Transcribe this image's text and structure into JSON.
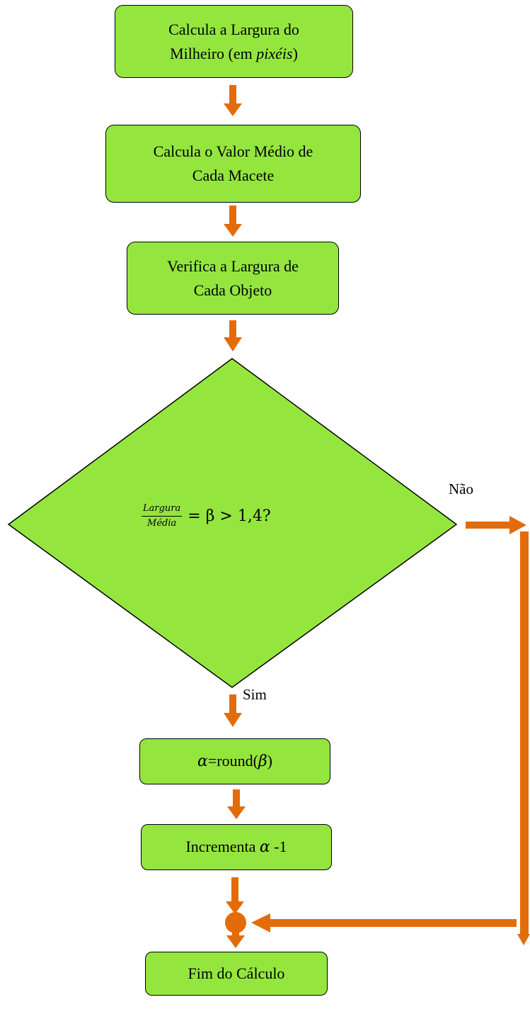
{
  "colors": {
    "node_fill": "#94e63f",
    "arrow": "#e36c0a",
    "border": "#000000"
  },
  "nodes": {
    "step1": {
      "line1": "Calcula a Largura do",
      "line2_prefix": "Milheiro (em ",
      "line2_italic": "pixéis",
      "line2_suffix": ")"
    },
    "step2": {
      "line1": "Calcula o Valor Médio de",
      "line2": "Cada Macete"
    },
    "step3": {
      "line1": "Verifica a Largura de",
      "line2": "Cada Objeto"
    },
    "decision": {
      "numerator": "Largura",
      "denominator": "Média",
      "rest": " = β > 1,4?"
    },
    "step4": {
      "alpha": "α",
      "text": "=round(",
      "beta": "β",
      "close": ")"
    },
    "step5": {
      "text": "Incrementa ",
      "alpha": "α",
      "suffix": " -1"
    },
    "end": {
      "label": "Fim do Cálculo"
    }
  },
  "edges": {
    "no_label": "Não",
    "yes_label": "Sim"
  }
}
